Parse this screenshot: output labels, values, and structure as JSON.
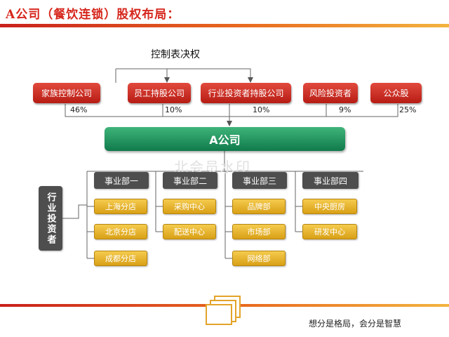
{
  "title": "A公司（餐饮连锁）股权布局：",
  "control_label": "控制表决权",
  "shareholders": [
    {
      "label": "家族控制公司",
      "pct": "46%"
    },
    {
      "label": "员工持股公司",
      "pct": "10%"
    },
    {
      "label": "行业投资者持股公司",
      "pct": "10%"
    },
    {
      "label": "风险投资者",
      "pct": "9%"
    },
    {
      "label": "公众股",
      "pct": "25%"
    }
  ],
  "company": "A公司",
  "watermark": "北会员水印",
  "industry_investor": "行业投资者",
  "divisions": [
    {
      "label": "事业部一",
      "children": [
        "上海分店",
        "北京分店",
        "成都分店"
      ]
    },
    {
      "label": "事业部二",
      "children": [
        "采购中心",
        "配送中心"
      ]
    },
    {
      "label": "事业部三",
      "children": [
        "品牌部",
        "市场部",
        "网络部"
      ]
    },
    {
      "label": "事业部四",
      "children": [
        "中央厨房",
        "研发中心"
      ]
    }
  ],
  "slogan": "想分是格局，会分是智慧",
  "colors": {
    "red": "#c9201c",
    "green": "#1c8a56",
    "dark": "#4e4e4e",
    "gold": "#e8b22a"
  }
}
